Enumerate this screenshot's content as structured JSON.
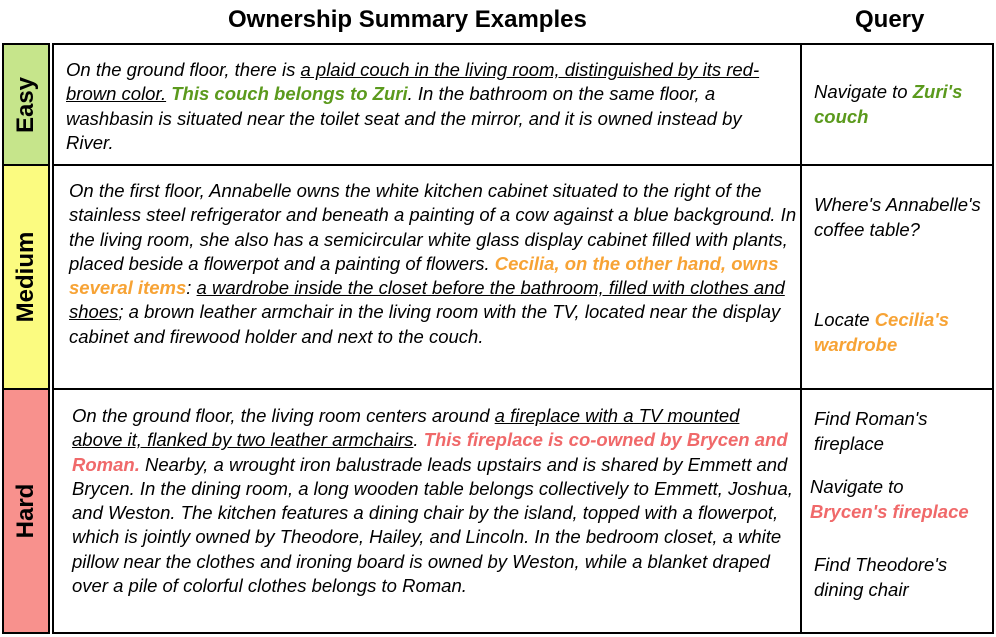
{
  "header": {
    "summary_title": "Ownership Summary Examples",
    "query_title": "Query"
  },
  "colors": {
    "easy": "#c6e58b",
    "medium": "#fbfb80",
    "hard": "#f8918d",
    "green_text": "#5b9a1d",
    "orange_text": "#f7a335",
    "red_text": "#f0696a"
  },
  "rows": {
    "easy": {
      "label": "Easy",
      "p1": "On the ground floor, there is ",
      "u1": "a plaid couch in the living room, distinguished by its red-brown color.",
      "sp1": " ",
      "h1": "This couch belongs to Zuri",
      "p2": ". In the bathroom on the same floor, a washbasin is situated near the toilet seat and the mirror, and it is owned instead by River.",
      "q1a": "Navigate to ",
      "q1b": "Zuri's couch"
    },
    "medium": {
      "label": "Medium",
      "p1": "On the first floor, Annabelle owns the white kitchen cabinet situated to the right of the stainless steel refrigerator and beneath a painting of a cow against a blue background. In the living room, she also has a semicircular white glass display cabinet filled with plants, placed beside a flowerpot and a painting of flowers. ",
      "h1": "Cecilia, on the other hand, owns several items",
      "p2": ": ",
      "u1": "a wardrobe inside the closet before the bathroom, filled with clothes and shoes",
      "p3": "; a brown leather armchair in the living room with the TV, located near the display cabinet and firewood holder and next to the couch.",
      "q1": "Where's Annabelle's coffee table?",
      "q2a": "Locate ",
      "q2b": "Cecilia's wardrobe"
    },
    "hard": {
      "label": "Hard",
      "p1": "On the ground floor, the living room centers around ",
      "u1": "a fireplace with a TV mounted above it, flanked by two leather armchairs",
      "p2": ". ",
      "h1": "This fireplace is co-owned by Brycen and Roman.",
      "p3": " Nearby, a wrought iron balustrade leads upstairs and is shared by Emmett and Brycen. In the dining room, a long wooden table belongs collectively to Emmett, Joshua, and Weston. The kitchen features a dining chair by the island, topped with a flowerpot, which is jointly owned by Theodore, Hailey, and Lincoln. In the bedroom closet, a white pillow near the clothes and ironing board is owned by Weston, while a blanket draped over a pile of colorful clothes belongs to Roman.",
      "q1": "Find Roman's fireplace",
      "q2a": "Navigate to",
      "q2b": "Brycen's fireplace",
      "q3": "Find Theodore's dining chair"
    }
  }
}
